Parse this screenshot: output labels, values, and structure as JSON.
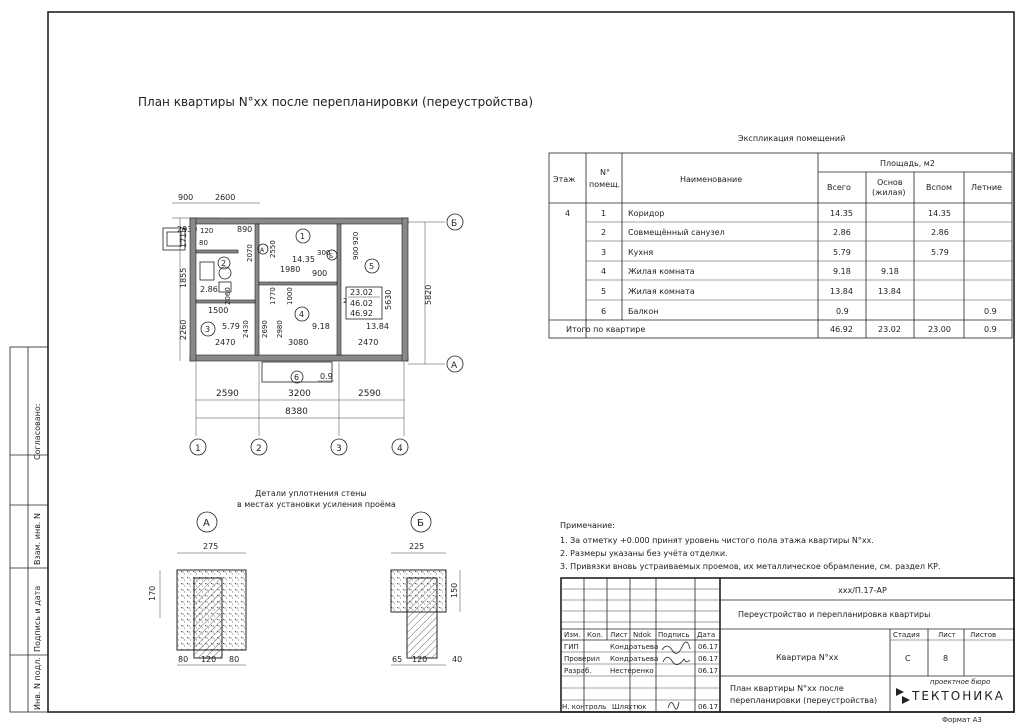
{
  "plan_title": "План квартиры N°xx после перепланировки (переустройства)",
  "explication": {
    "title": "Экспликация помещений",
    "headers": {
      "floor": "Этаж",
      "num": "N°",
      "num2": "помещ.",
      "name": "Наименование",
      "area": "Площадь, м2",
      "total": "Всего",
      "main": "Основ",
      "main2": "(жилая)",
      "aux": "Вспом",
      "summer": "Летние"
    },
    "rows": [
      {
        "floor": "4",
        "num": "1",
        "name": "Коридор",
        "total": "14.35",
        "main": "",
        "aux": "14.35",
        "summer": ""
      },
      {
        "floor": "",
        "num": "2",
        "name": "Совмещённый санузел",
        "total": "2.86",
        "main": "",
        "aux": "2.86",
        "summer": ""
      },
      {
        "floor": "",
        "num": "3",
        "name": "Кухня",
        "total": "5.79",
        "main": "",
        "aux": "5.79",
        "summer": ""
      },
      {
        "floor": "",
        "num": "4",
        "name": "Жилая комната",
        "total": "9.18",
        "main": "9.18",
        "aux": "",
        "summer": ""
      },
      {
        "floor": "",
        "num": "5",
        "name": "Жилая комната",
        "total": "13.84",
        "main": "13.84",
        "aux": "",
        "summer": ""
      },
      {
        "floor": "",
        "num": "6",
        "name": "Балкон",
        "total": "0.9",
        "main": "",
        "aux": "",
        "summer": "0.9"
      }
    ],
    "totals": {
      "label": "Итого по квартире",
      "total": "46.92",
      "main": "23.02",
      "aux": "23.00",
      "summer": "0.9"
    }
  },
  "plan": {
    "dims_top": [
      "900",
      "2600",
      "2930",
      "890",
      "920",
      "120",
      "300"
    ],
    "dims_bottom": [
      "2590",
      "3200",
      "2590",
      "8380"
    ],
    "dims_inner": [
      "2470",
      "3080",
      "2470",
      "1500",
      "1980",
      "900"
    ],
    "dims_left": [
      "1715",
      "1855",
      "2260"
    ],
    "dims_right": [
      "5820",
      "5630"
    ],
    "dims_vertical_inner": [
      "2550",
      "2070",
      "2060",
      "1770",
      "2690",
      "2980",
      "2430",
      "1000",
      "900",
      "920",
      "80",
      "120",
      "80"
    ],
    "axes": [
      "1",
      "2",
      "3",
      "4"
    ],
    "axis_rows": [
      "Б",
      "А"
    ],
    "rooms": [
      {
        "num": "1",
        "area": "14.35"
      },
      {
        "num": "2",
        "area": "2.86"
      },
      {
        "num": "3",
        "area": "5.79"
      },
      {
        "num": "4",
        "area": "9.18"
      },
      {
        "num": "5",
        "area": "13.84"
      },
      {
        "num": "6",
        "area": "0.9"
      }
    ],
    "summary": {
      "pre": "2",
      "total": "23.02",
      "mid": "46.02",
      "final": "46.92"
    },
    "node_a": "А",
    "node_b": "Б"
  },
  "details": {
    "title1": "Детали уплотнения стены",
    "title2": "в местах установки усиления проёма",
    "a": {
      "label": "А",
      "width": "275",
      "height": "170",
      "b1": "80",
      "b2": "120",
      "b3": "80"
    },
    "b": {
      "label": "Б",
      "width": "225",
      "height": "150",
      "b1": "65",
      "b2": "120",
      "b3": "40"
    }
  },
  "notes": {
    "title": "Примечание:",
    "items": [
      "1. За отметку +0.000 принят уровень чистого пола этажа квартиры N°xx.",
      "2. Размеры указаны без учёта отделки.",
      "3. Привязки вновь устраиваемых проемов, их металлическое обрамление, см. раздел КР."
    ]
  },
  "stamp": {
    "code": "xxx/П.17-АР",
    "project": "Переустройство и перепланировка квартиры",
    "object": "Квартира N°xx",
    "sheet_title1": "План квартиры N°xx после",
    "sheet_title2": "перепланировки (переустройства)",
    "col_heads": [
      "Изм.",
      "Кол.",
      "Лист",
      "Ndok",
      "Подпись",
      "Дата"
    ],
    "roles": [
      {
        "role": "ГИП",
        "name": "Кондратьева",
        "date": "06.17"
      },
      {
        "role": "Проверил",
        "name": "Кондратьева",
        "date": "06.17"
      },
      {
        "role": "Разраб.",
        "name": "Нестеренко",
        "date": "06.17"
      },
      {
        "role": "Н. контроль",
        "name": "Шляхтюк",
        "date": "06.17"
      }
    ],
    "stage_head": "Стадия",
    "sheet_head": "Лист",
    "sheets_head": "Листов",
    "stage": "С",
    "sheet": "8",
    "sheets": "",
    "firm_small": "проектное бюро",
    "firm": "ТЕКТОНИКА",
    "format": "Формат А3"
  },
  "left_margin": {
    "agreed": "Согласовано:",
    "inv": "Взам. инв. N",
    "sign": "Подпись и дата",
    "inv_orig": "Инв. N подл."
  }
}
